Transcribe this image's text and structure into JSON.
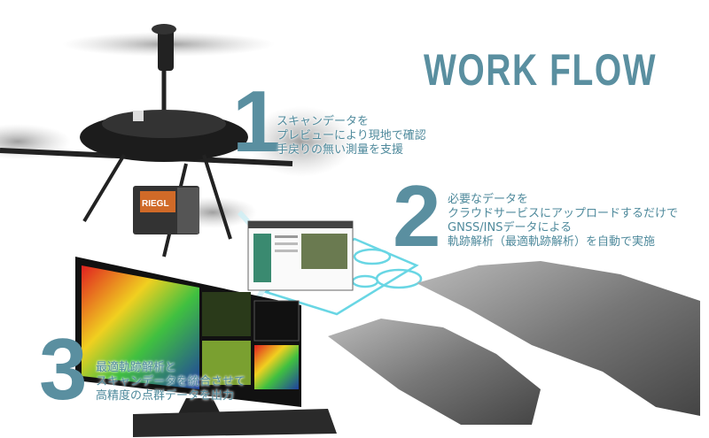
{
  "title": "WORK FLOW",
  "steps": [
    {
      "number": "1",
      "lines": [
        "スキャンデータを",
        "プレビューにより現地で確認",
        "手戻りの無い測量を支援"
      ]
    },
    {
      "number": "2",
      "lines": [
        "必要なデータを",
        "クラウドサービスにアップロードするだけで",
        "GNSS/INSデータによる",
        "軌跡解析（最適軌跡解析）を自動で実施"
      ]
    },
    {
      "number": "3",
      "lines": [
        "最適軌跡解析と",
        "スキャンデータを統合させて",
        "高精度の点群データを出力"
      ]
    }
  ],
  "scanner_brand": "RIEGL",
  "colors": {
    "accent": "#5a8fa0",
    "link": "#4fd0e0"
  }
}
